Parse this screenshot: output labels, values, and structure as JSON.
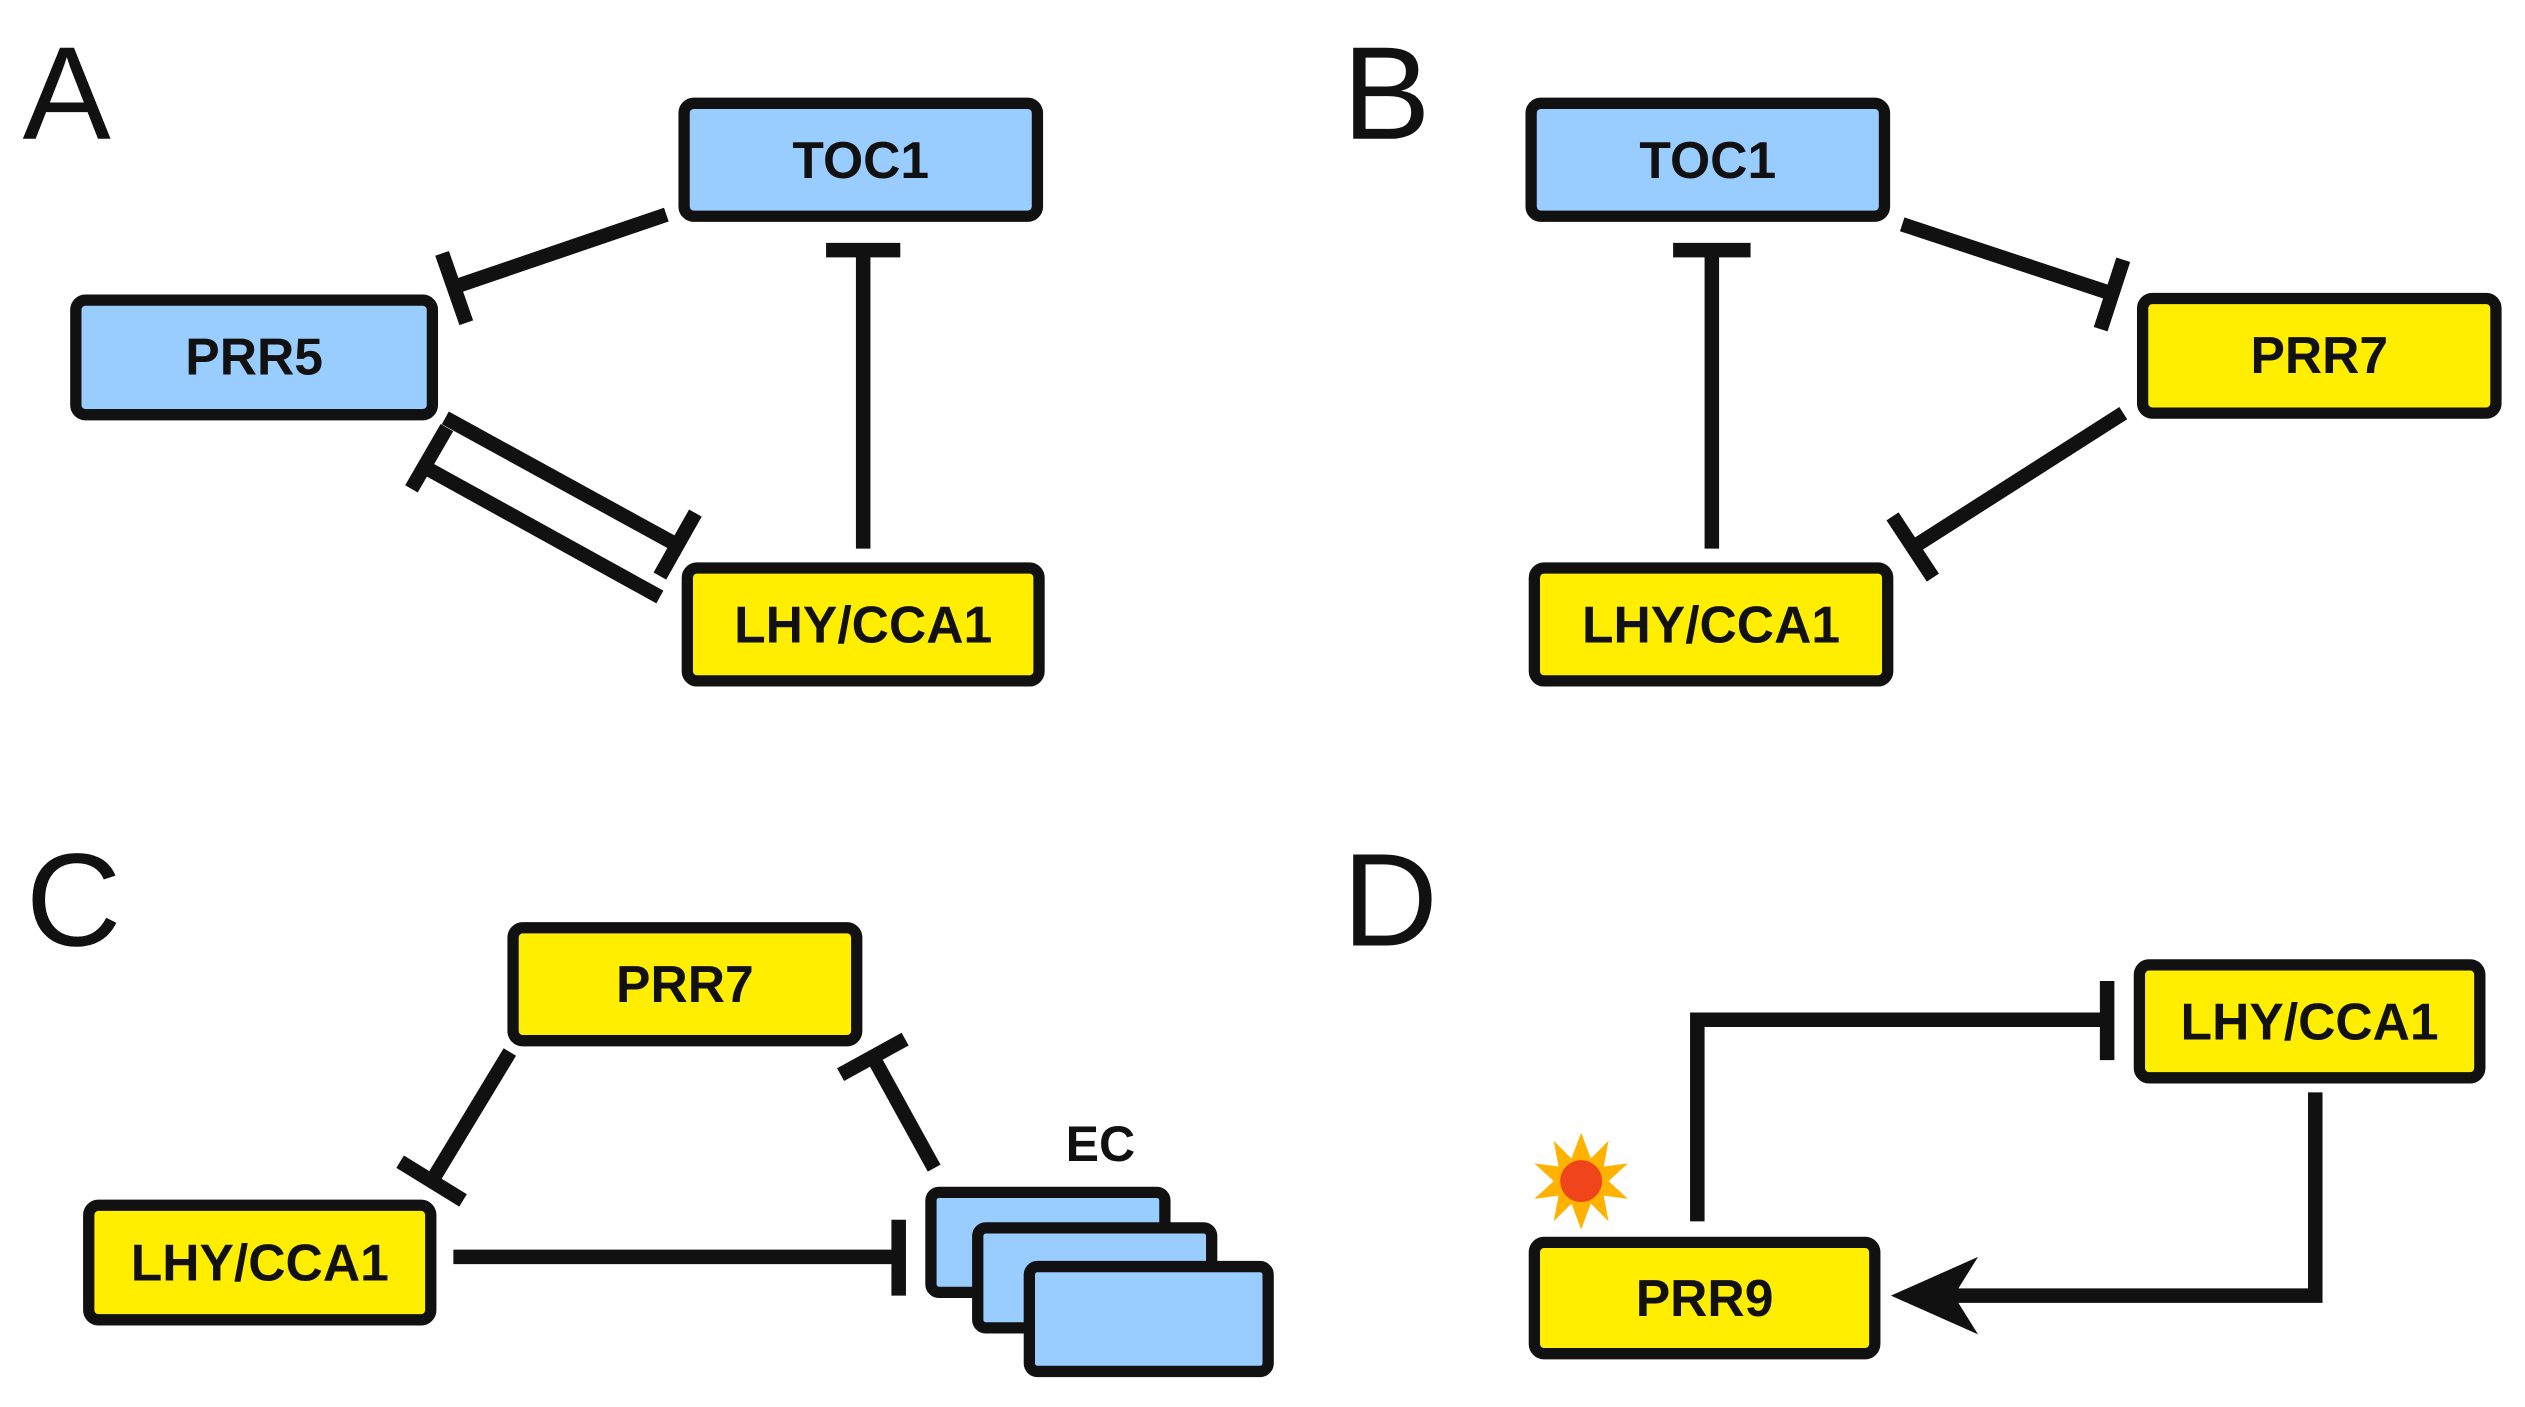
{
  "colors": {
    "blue": "#99ccff",
    "yellow": "#ffee00",
    "stroke": "#111111",
    "sun_outer": "#ffb300",
    "sun_inner": "#f0441a"
  },
  "panels": {
    "A": {
      "letter": "A",
      "nodes": {
        "toc1": "TOC1",
        "prr5": "PRR5",
        "lhy": "LHY/CCA1"
      }
    },
    "B": {
      "letter": "B",
      "nodes": {
        "toc1": "TOC1",
        "prr7": "PRR7",
        "lhy": "LHY/CCA1"
      }
    },
    "C": {
      "letter": "C",
      "nodes": {
        "prr7": "PRR7",
        "lhy": "LHY/CCA1",
        "ec": "EC"
      }
    },
    "D": {
      "letter": "D",
      "nodes": {
        "lhy": "LHY/CCA1",
        "prr9": "PRR9"
      },
      "sun_icon": "sun-icon"
    }
  }
}
